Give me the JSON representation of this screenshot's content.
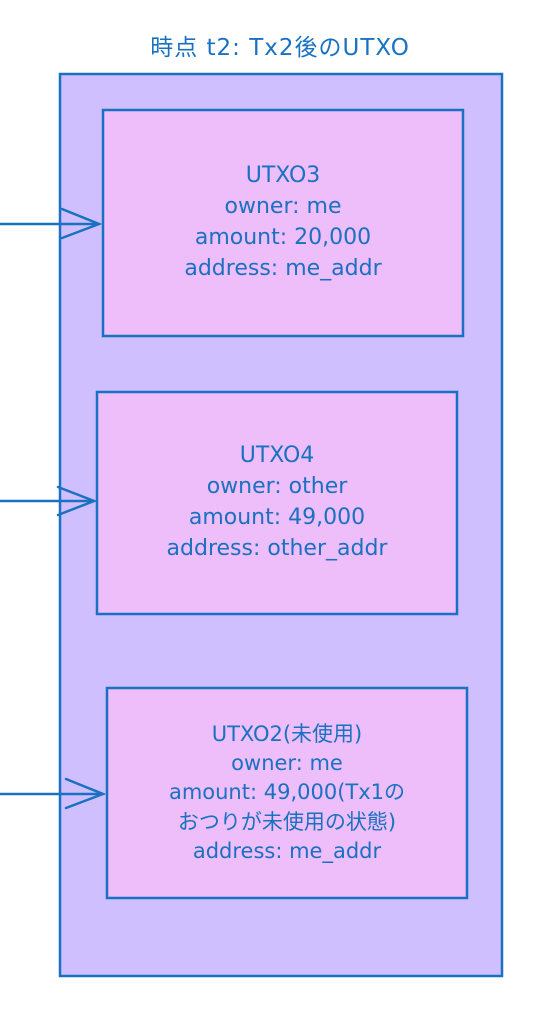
{
  "title": "時点 t2: Tx2後のUTXO",
  "colors": {
    "stroke": "#1971c2",
    "container_fill": "#d0bfff",
    "box_fill": "#eebefa",
    "text": "#1971c2"
  },
  "boxes": [
    {
      "lines": [
        "UTXO3",
        "owner: me",
        "amount: 20,000",
        "address: me_addr"
      ]
    },
    {
      "lines": [
        "UTXO4",
        "owner: other",
        "amount: 49,000",
        "address: other_addr"
      ]
    },
    {
      "lines": [
        "UTXO2(未使用)",
        "owner: me",
        "amount: 49,000(Tx1の",
        "おつりが未使用の状態)",
        "address: me_addr"
      ]
    }
  ]
}
